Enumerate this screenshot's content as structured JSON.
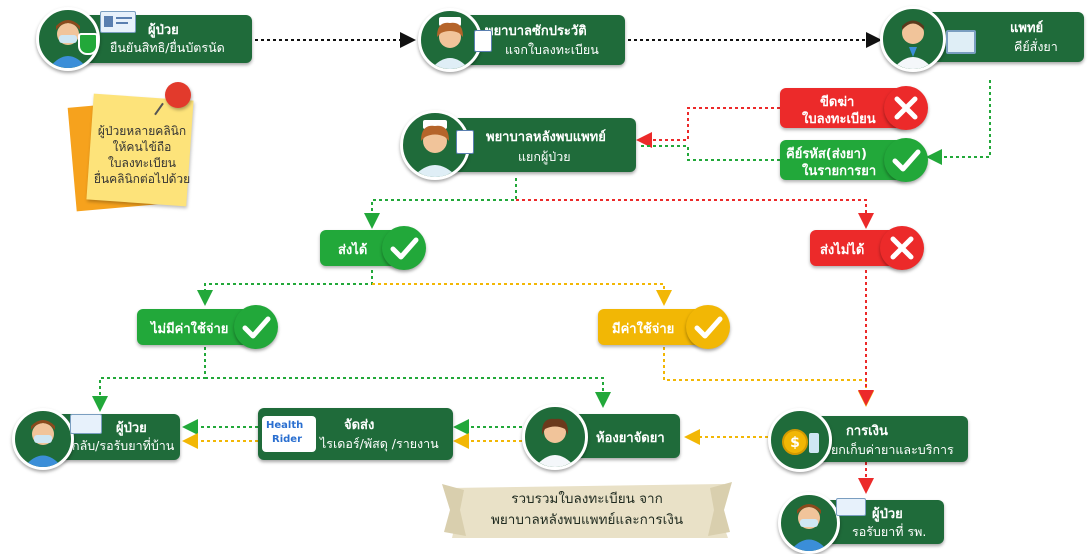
{
  "nodes": {
    "patient_checkin": {
      "title": "ผู้ป่วย",
      "sub": "ยืนยันสิทธิ/ยื่นบัตรนัด"
    },
    "nurse_history": {
      "title": "พยาบาลซักประวัติ",
      "sub": "แจกใบลงทะเบียน"
    },
    "doctor": {
      "title": "แพทย์",
      "sub": "คีย์สั่งยา"
    },
    "nurse_after": {
      "title": "พยาบาลหลังพบแพทย์",
      "sub": "แยกผู้ป่วย"
    },
    "patient_home": {
      "title": "ผู้ป่วย",
      "sub": "กลับ/รอรับยาที่บ้าน"
    },
    "delivery": {
      "title": "จัดส่ง",
      "sub": "ไรเดอร์/พัสดุ /รายงาน"
    },
    "pharmacy": {
      "title": "ห้องยาจัดยา",
      "sub": ""
    },
    "finance": {
      "title": "การเงิน",
      "sub": "เรียกเก็บค่ายาและบริการ"
    },
    "patient_hospital": {
      "title": "ผู้ป่วย",
      "sub": "รอรับยาที่ รพ."
    }
  },
  "statuses": {
    "cross_out": {
      "line1": "ขีดฆ่า",
      "line2": "ใบลงทะเบียน",
      "color": "#ec2a2a"
    },
    "key_code": {
      "line1": "คีย์รหัส(ส่งยา)",
      "line2": "ในรายการยา",
      "color": "#22a83a"
    },
    "can_send": {
      "label": "ส่งได้",
      "color": "#22a83a"
    },
    "cannot_send": {
      "label": "ส่งไม่ได้",
      "color": "#ec2a2a"
    },
    "no_cost": {
      "label": "ไม่มีค่าใช้จ่าย",
      "color": "#22a83a"
    },
    "has_cost": {
      "label": "มีค่าใช้จ่าย",
      "color": "#f2b705"
    }
  },
  "note": {
    "lines": [
      "ผู้ป่วยหลายคลินิก",
      "ให้คนไข้ถือ",
      "ใบลงทะเบียน",
      "ยื่นคลินิกต่อไปด้วย"
    ]
  },
  "banner": {
    "line1": "รวบรวมใบลงทะเบียน  จาก",
    "line2": "พยาบาลหลังพบแพทย์และการเงิน"
  },
  "icons": {
    "health_rider": {
      "line1": "Health",
      "line2": "Rider"
    }
  },
  "colors": {
    "dark_green": "#1f6b3a",
    "green": "#22a83a",
    "red": "#ec2a2a",
    "yellow": "#f2b705",
    "black_line": "#111111"
  }
}
